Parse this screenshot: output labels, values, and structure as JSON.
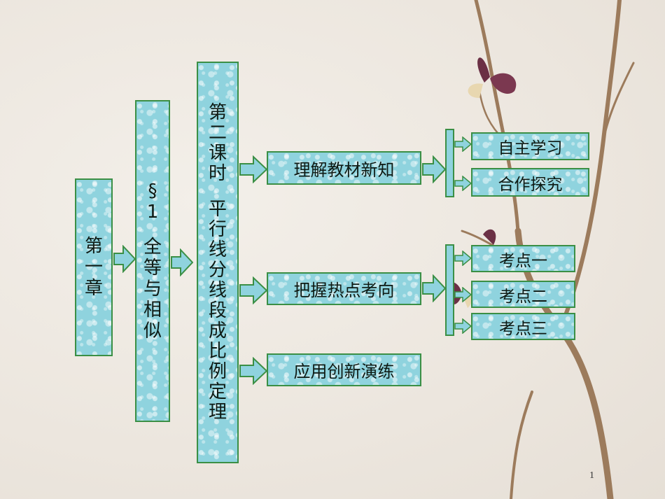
{
  "chapter": {
    "chars": [
      "第",
      "一",
      "章"
    ]
  },
  "section": {
    "chars": [
      "§",
      "1",
      "",
      "全",
      "等",
      "与",
      "相",
      "似"
    ]
  },
  "lesson": {
    "chars": [
      "第",
      "二",
      "课",
      "时",
      "",
      "平",
      "行",
      "线",
      "分",
      "线",
      "段",
      "成",
      "比",
      "例",
      "定",
      "理"
    ]
  },
  "parts": [
    {
      "label": "理解教材新知"
    },
    {
      "label": "把握热点考向"
    },
    {
      "label": "应用创新演练"
    }
  ],
  "sub_new_knowledge": [
    {
      "label": "自主学习"
    },
    {
      "label": "合作探究"
    }
  ],
  "sub_hotspots": [
    {
      "label": "考点一"
    },
    {
      "label": "考点二"
    },
    {
      "label": "考点三"
    }
  ],
  "page_number": "1",
  "colors": {
    "box_fill": "#8fd3de",
    "box_border": "#3b8f45",
    "background": "#ece6de"
  }
}
